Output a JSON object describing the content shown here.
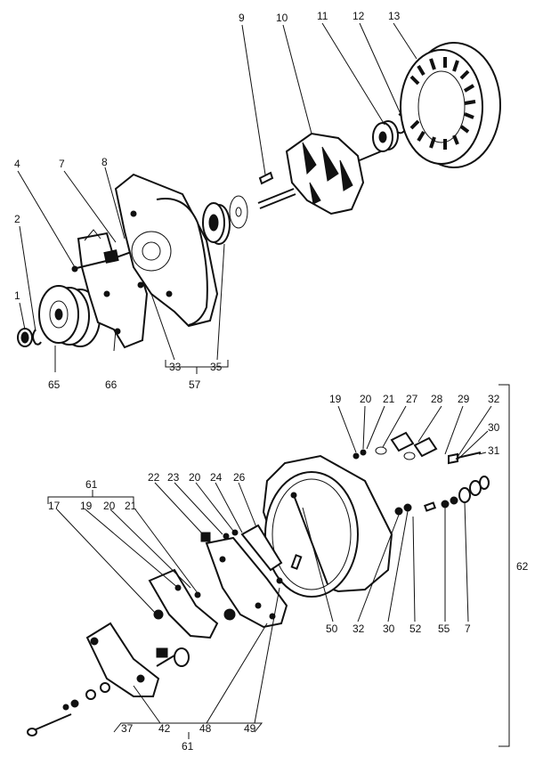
{
  "labels": {
    "l1": "1",
    "l2": "2",
    "l4": "4",
    "l7a": "7",
    "l8": "8",
    "l9": "9",
    "l10": "10",
    "l11": "11",
    "l12": "12",
    "l13": "13",
    "l65": "65",
    "l66": "66",
    "l33": "33",
    "l35": "35",
    "l57": "57",
    "l19": "19",
    "l20": "20",
    "l21": "21",
    "l27": "27",
    "l28": "28",
    "l29": "29",
    "l32a": "32",
    "l30a": "30",
    "l31": "31",
    "l61a": "61",
    "l17": "17",
    "l19b": "19",
    "l20b": "20",
    "l21b": "21",
    "l22": "22",
    "l23": "23",
    "l20c": "20",
    "l24": "24",
    "l26": "26",
    "l50": "50",
    "l32b": "32",
    "l30b": "30",
    "l52": "52",
    "l55": "55",
    "l7b": "7",
    "l62": "62",
    "l37": "37",
    "l42": "42",
    "l48": "48",
    "l49": "49",
    "l61b": "61"
  }
}
